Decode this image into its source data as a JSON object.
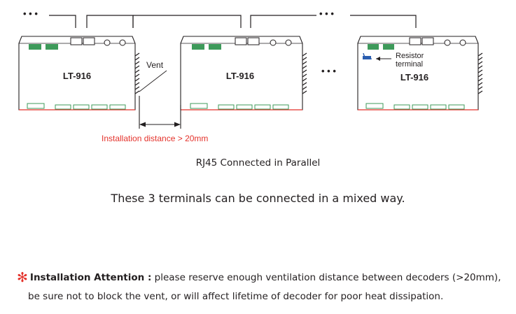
{
  "colors": {
    "accent": "#e4322b",
    "device_stroke": "#231f20",
    "terminal_green": "#3d9a5a"
  },
  "devices": [
    {
      "model": "LT-916"
    },
    {
      "model": "LT-916"
    },
    {
      "model": "LT-916"
    }
  ],
  "labels": {
    "vent": "Vent",
    "resistor_line1": "Resistor",
    "resistor_line2": "terminal",
    "installation_distance": "Installation distance > 20mm",
    "ellipsis": "• • •"
  },
  "caption": "RJ45 Connected in Parallel",
  "mixed_note": "These 3 terminals can be connected in a mixed way.",
  "attention": {
    "symbol": "✻",
    "heading": "Installation Attention :",
    "line1_text": " please reserve enough ventilation distance between decoders (>20mm),",
    "line2_text": "be sure not to block the vent, or will affect lifetime of decoder for poor heat dissipation."
  }
}
